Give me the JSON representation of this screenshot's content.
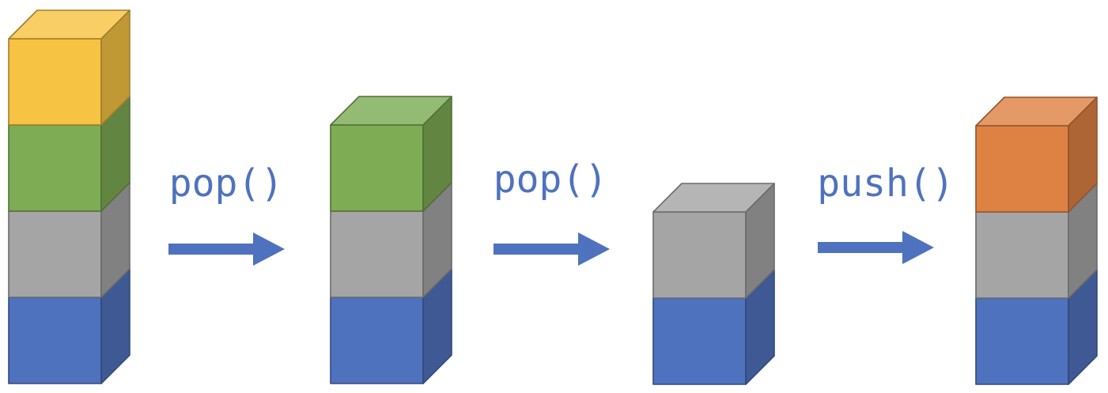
{
  "colors": {
    "blue": "#4f72be",
    "gray": "#a5a5a5",
    "green": "#7dac55",
    "yellow": "#f6c343",
    "orange": "#de8244",
    "arrow": "#4f72be"
  },
  "stacks": [
    {
      "blocks": [
        "blue",
        "gray",
        "green",
        "yellow"
      ]
    },
    {
      "blocks": [
        "blue",
        "gray",
        "green"
      ]
    },
    {
      "blocks": [
        "blue",
        "gray"
      ]
    },
    {
      "blocks": [
        "blue",
        "gray",
        "orange"
      ]
    }
  ],
  "operations": [
    {
      "label": "pop()"
    },
    {
      "label": "pop()"
    },
    {
      "label": "push()"
    }
  ]
}
